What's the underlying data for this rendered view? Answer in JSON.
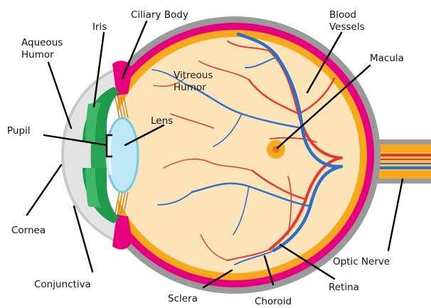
{
  "diagram": {
    "labels": {
      "ciliary_body": "Ciliary Body",
      "iris": "Iris",
      "aqueous_humor_1": "Aqueous",
      "aqueous_humor_2": "Humor",
      "blood_vessels_1": "Blood",
      "blood_vessels_2": "Vessels",
      "macula": "Macula",
      "vitreous_humor_1": "Vitreous",
      "vitreous_humor_2": "Humor",
      "lens": "Lens",
      "pupil": "Pupil",
      "cornea": "Cornea",
      "conjunctiva": "Conjunctiva",
      "sclera": "Sclera",
      "choroid": "Choroid",
      "retina": "Retina",
      "optic_nerve": "Optic Nerve"
    },
    "colors": {
      "sclera": "#9a9a9a",
      "choroid": "#e6007e",
      "retina": "#f7a81b",
      "vitreous": "#fde4b8",
      "iris": "#1f9a4a",
      "lens": "#bde7f4",
      "cornea": "#e6e6e6",
      "artery": "#e23a2e",
      "vein": "#2e6fc9",
      "ciliary": "#b58a3a"
    }
  }
}
